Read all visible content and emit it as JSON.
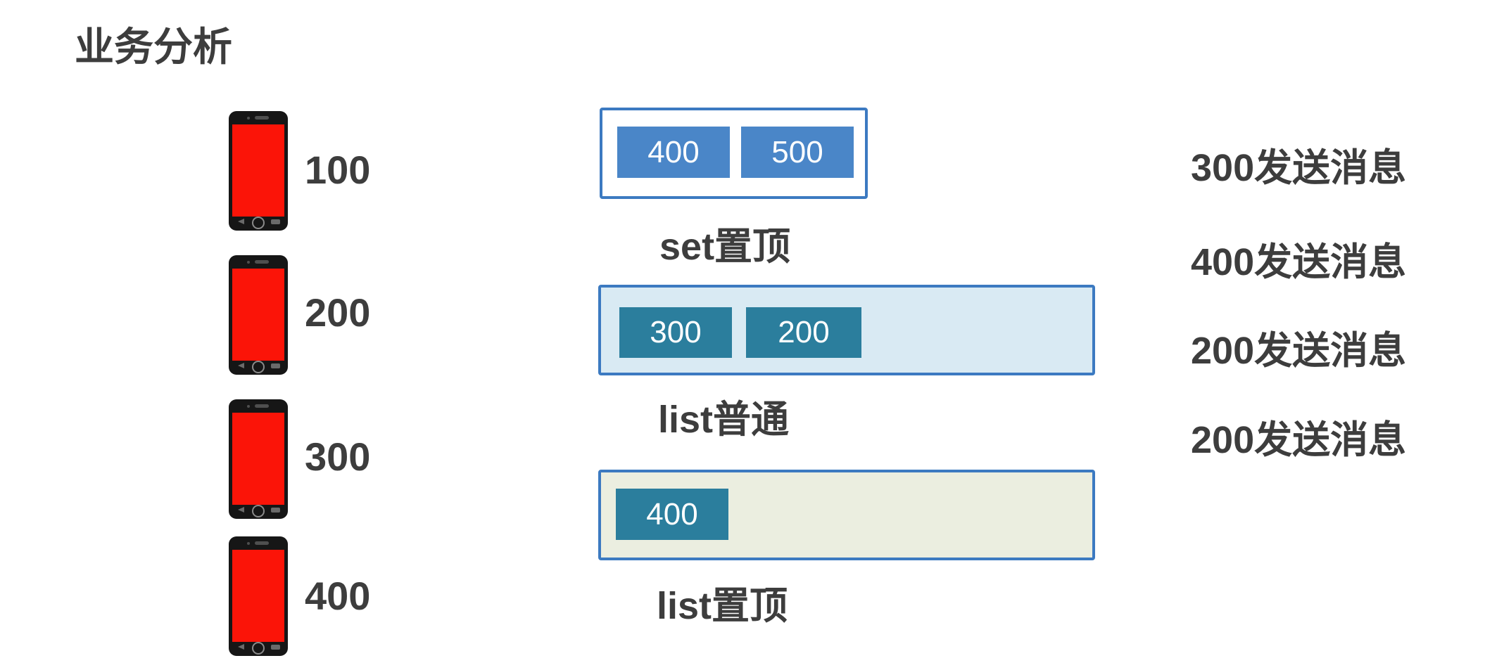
{
  "title": "业务分析",
  "phones": [
    {
      "label": "100"
    },
    {
      "label": "200"
    },
    {
      "label": "300"
    },
    {
      "label": "400"
    }
  ],
  "groups": [
    {
      "caption": "set置顶",
      "chips": [
        {
          "value": "400"
        },
        {
          "value": "500"
        }
      ]
    },
    {
      "caption": "list普通",
      "chips": [
        {
          "value": "300"
        },
        {
          "value": "200"
        }
      ]
    },
    {
      "caption": "list置顶",
      "chips": [
        {
          "value": "400"
        }
      ]
    }
  ],
  "messages": [
    {
      "text": "300发送消息"
    },
    {
      "text": "400发送消息"
    },
    {
      "text": "200发送消息"
    },
    {
      "text": "200发送消息"
    }
  ],
  "colors": {
    "text_dark": "#3d3d3d",
    "phone_screen_red": "#fb1408",
    "phone_body_black": "#161616",
    "chip_blue": "#4a86c8",
    "chip_teal": "#2b7e9d",
    "box_border_blue": "#3c7ac1",
    "box_bg_white": "#ffffff",
    "box_bg_lightblue": "#d9eaf3",
    "box_bg_beige": "#ebeee0"
  }
}
